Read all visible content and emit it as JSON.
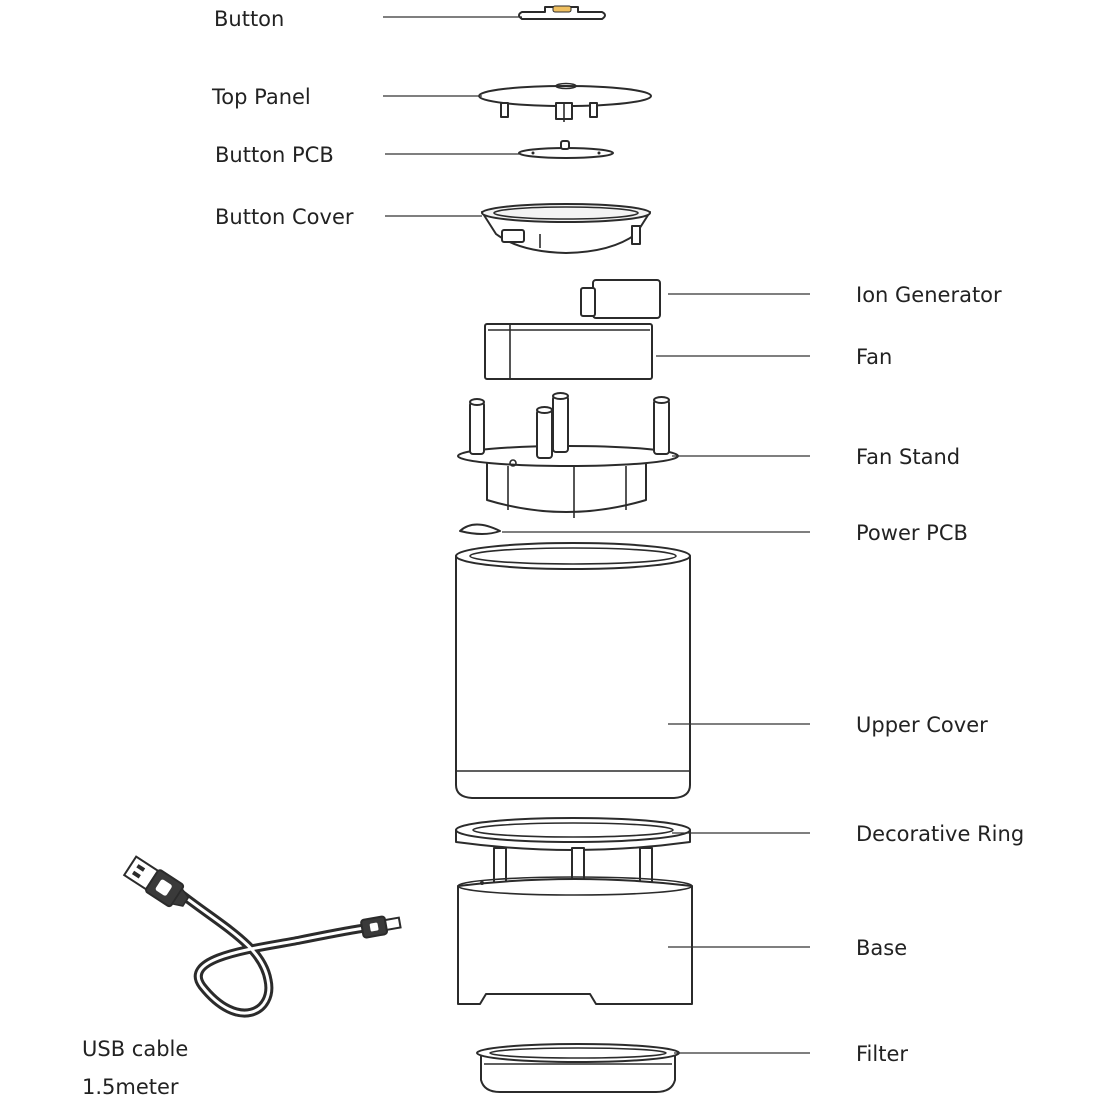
{
  "labels": {
    "button": "Button",
    "top_panel": "Top Panel",
    "button_pcb": "Button PCB",
    "button_cover": "Button Cover",
    "ion_generator": "Ion Generator",
    "fan": "Fan",
    "fan_stand": "Fan Stand",
    "power_pcb": "Power PCB",
    "upper_cover": "Upper Cover",
    "decorative_ring": "Decorative Ring",
    "base": "Base",
    "filter": "Filter",
    "usb_cable_line1": "USB cable",
    "usb_cable_line2": "1.5meter"
  },
  "colors": {
    "line": "#2b2b2b",
    "button_accent": "#f0c060",
    "text": "#222222"
  }
}
